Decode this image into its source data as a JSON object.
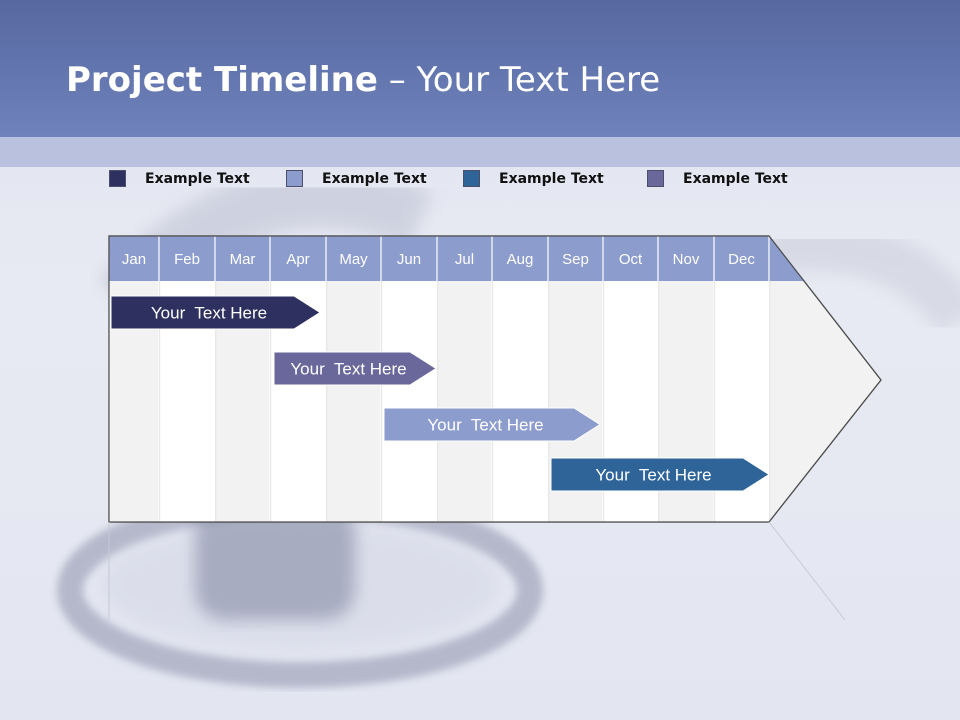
{
  "title": {
    "bold": "Project Timeline",
    "rest": " – Your Text Here"
  },
  "legend": [
    {
      "label": "Example Text",
      "color": "#2e305f"
    },
    {
      "label": "Example Text",
      "color": "#8c9ccd"
    },
    {
      "label": "Example Text",
      "color": "#2f6499"
    },
    {
      "label": "Example Text",
      "color": "#6a679a"
    }
  ],
  "chart_data": {
    "type": "gantt",
    "months": [
      "Jan",
      "Feb",
      "Mar",
      "Apr",
      "May",
      "Jun",
      "Jul",
      "Aug",
      "Sep",
      "Oct",
      "Nov",
      "Dec"
    ],
    "tasks": [
      {
        "label": "Your  Text Here",
        "start": "Jan",
        "end": "Apr",
        "color": "#2e305f"
      },
      {
        "label": "Your  Text Here",
        "start": "Apr",
        "end": "Jun",
        "color": "#6a679a"
      },
      {
        "label": "Your  Text Here",
        "start": "Jun",
        "end": "Sep",
        "color": "#8c9ccd"
      },
      {
        "label": "Your  Text Here",
        "start": "Sep",
        "end": "Dec",
        "color": "#2f6499"
      }
    ]
  },
  "colors": {
    "header_bg": "#6374ad",
    "month_header": "#8c9ccd",
    "column_light": "#f2f2f2",
    "column_white": "#ffffff"
  }
}
